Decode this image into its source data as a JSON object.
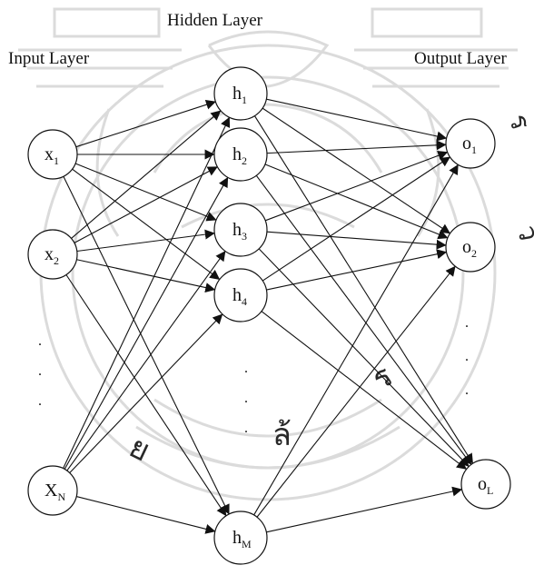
{
  "layers": {
    "input": "Input Layer",
    "hidden": "Hidden Layer",
    "output": "Output Layer"
  },
  "nodes": {
    "input": [
      {
        "base": "x",
        "sub": "1"
      },
      {
        "base": "x",
        "sub": "2"
      },
      {
        "base": "X",
        "sub": "N"
      }
    ],
    "hidden": [
      {
        "base": "h",
        "sub": "1"
      },
      {
        "base": "h",
        "sub": "2"
      },
      {
        "base": "h",
        "sub": "3"
      },
      {
        "base": "h",
        "sub": "4"
      },
      {
        "base": "h",
        "sub": "M"
      }
    ],
    "output": [
      {
        "base": "o",
        "sub": "1"
      },
      {
        "base": "o",
        "sub": "2"
      },
      {
        "base": "o",
        "sub": "L"
      }
    ]
  },
  "ellipsis": "."
}
